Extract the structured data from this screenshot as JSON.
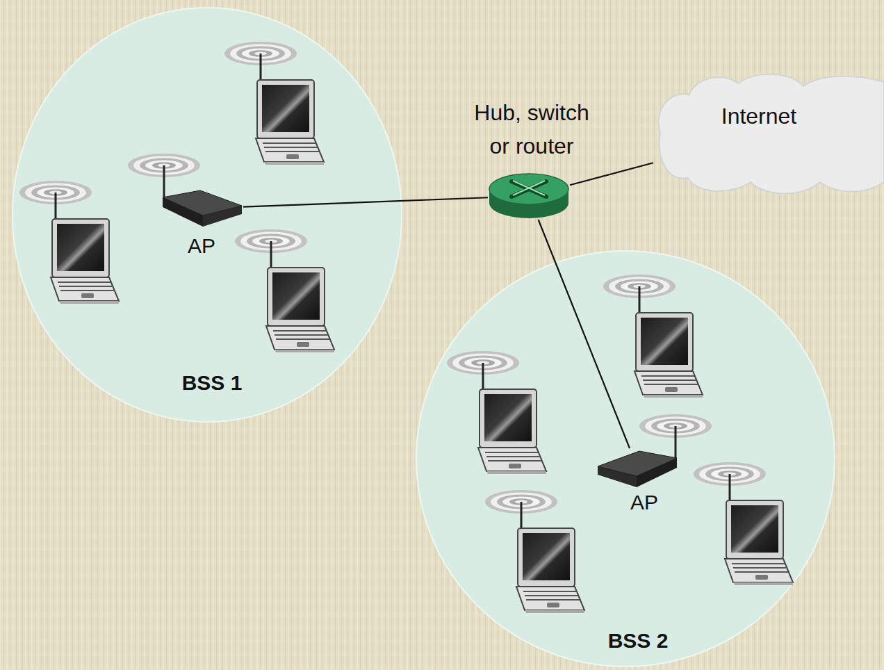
{
  "diagram": {
    "nodes": [
      {
        "text": [
          "BSS 1"
        ]
      },
      {
        "text": [
          "AP"
        ],
        "in": 0
      },
      {
        "text": [
          "Hub, switch or router"
        ]
      },
      {
        "text": [
          "Internet"
        ]
      },
      {
        "text": [
          "BSS 2"
        ]
      },
      {
        "text": [
          "AP"
        ],
        "in": 4
      }
    ],
    "edges": [
      {
        "from": 1,
        "to": 2,
        "arrow": "none"
      },
      {
        "from": 2,
        "to": 3,
        "arrow": "none"
      },
      {
        "from": 2,
        "to": 5,
        "arrow": "none"
      }
    ]
  }
}
